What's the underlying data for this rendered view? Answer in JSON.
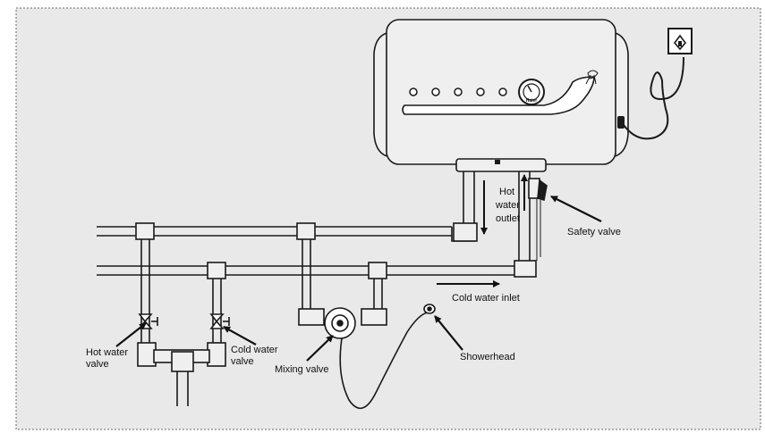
{
  "labels": {
    "hot_water_outlet": [
      "Hot",
      "water",
      "outlet"
    ],
    "safety_valve": "Safety valve",
    "cold_water_inlet": "Cold water inlet",
    "hot_water_valve": [
      "Hot water",
      "valve"
    ],
    "cold_water_valve": [
      "Cold water",
      "valve"
    ],
    "mixing_valve": "Mixing valve",
    "showerhead": "Showerhead"
  },
  "heater": {
    "brand": "Haier",
    "indicator_count": 5
  },
  "colors": {
    "panel_bg": "#e9e9e9",
    "line": "#1a1a1a",
    "heater_fill": "#efefef"
  }
}
